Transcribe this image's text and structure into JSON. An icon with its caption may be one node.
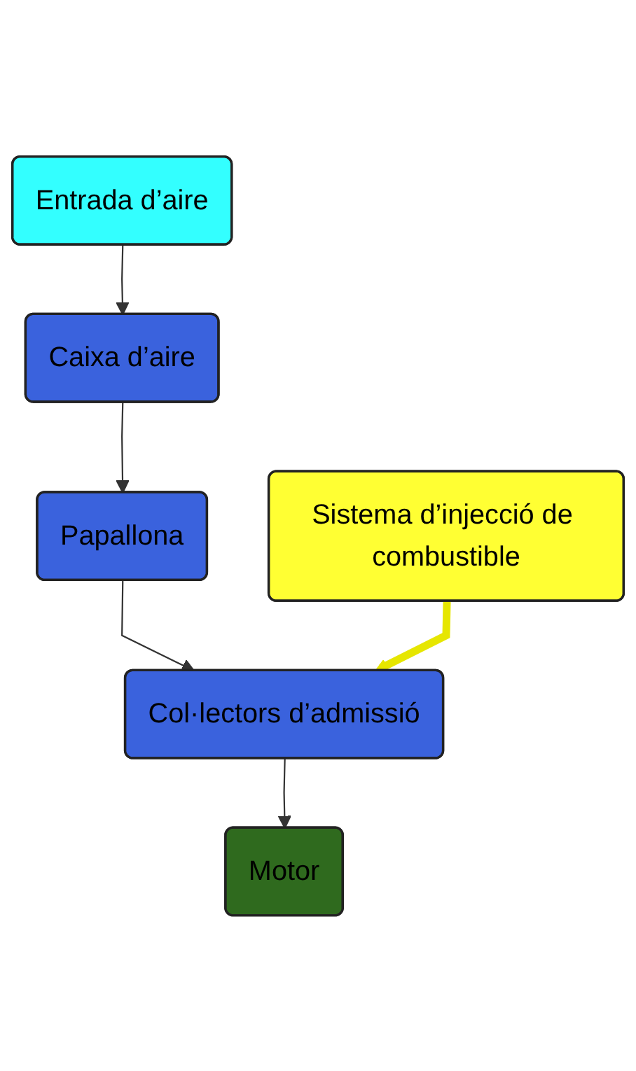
{
  "diagram": {
    "nodes": [
      {
        "text": [
          "Entrada d’aire"
        ]
      },
      {
        "text": [
          "Caixa d’aire"
        ]
      },
      {
        "text": [
          "Papallona"
        ]
      },
      {
        "text": [
          "Col·lectors d’admissió"
        ]
      },
      {
        "text": [
          "Sistema d’injecció de combustible"
        ]
      },
      {
        "text": [
          "Motor"
        ]
      }
    ],
    "edges": [
      {
        "from": 0,
        "to": 1,
        "arrow": "to"
      },
      {
        "from": 1,
        "to": 2,
        "arrow": "to"
      },
      {
        "from": 2,
        "to": 3,
        "arrow": "to"
      },
      {
        "from": 4,
        "to": 3,
        "arrow": "to",
        "style": "thick",
        "color": "#e6e600"
      },
      {
        "from": 3,
        "to": 5,
        "arrow": "to"
      }
    ]
  }
}
